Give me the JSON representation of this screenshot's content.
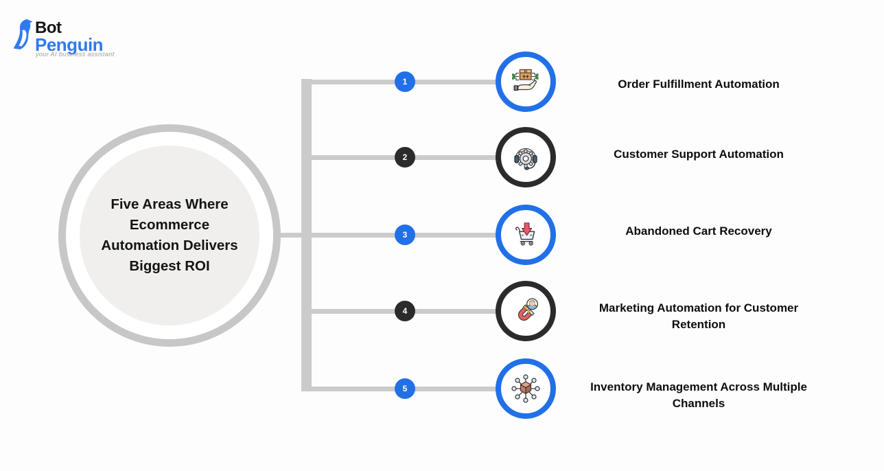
{
  "logo": {
    "bot": "Bot",
    "penguin": "Penguin",
    "tagline": "your AI business assistant"
  },
  "center": {
    "title": "Five Areas Where Ecommerce Automation Delivers Biggest ROI",
    "title_lines": [
      "Five Areas Where",
      "Ecommerce",
      "Automation Delivers",
      "Biggest ROI"
    ]
  },
  "items": [
    {
      "number": "1",
      "variant": "blue",
      "icon": "package-in-hand",
      "label": "Order Fulfillment Automation",
      "lines": [
        "Order Fulfillment Automation"
      ]
    },
    {
      "number": "2",
      "variant": "dark",
      "icon": "gear-headset",
      "label": "Customer Support Automation",
      "lines": [
        "Customer Support Automation"
      ]
    },
    {
      "number": "3",
      "variant": "blue",
      "icon": "cart-down-arrow",
      "label": "Abandoned Cart Recovery",
      "lines": [
        "Abandoned Cart Recovery"
      ]
    },
    {
      "number": "4",
      "variant": "dark",
      "icon": "magnet-customer",
      "label": "Marketing Automation for Customer Retention",
      "lines": [
        "Marketing Automation for Customer",
        "Retention"
      ]
    },
    {
      "number": "5",
      "variant": "blue",
      "icon": "cube-distribution",
      "label": "Inventory Management Across Multiple Channels",
      "lines": [
        "Inventory Management Across Multiple",
        "Channels"
      ]
    }
  ],
  "colors": {
    "accent_blue": "#2170e8",
    "accent_dark": "#2b2b2b",
    "connector_gray": "#cbcbcb",
    "ring_gray": "#c7c7c7",
    "circle_fill": "#f0efee",
    "background": "#fdfdfd",
    "label_color": "#0d0d0d",
    "logo_blue": "#2f7af0",
    "tagline_gray": "#9b9b9b"
  }
}
